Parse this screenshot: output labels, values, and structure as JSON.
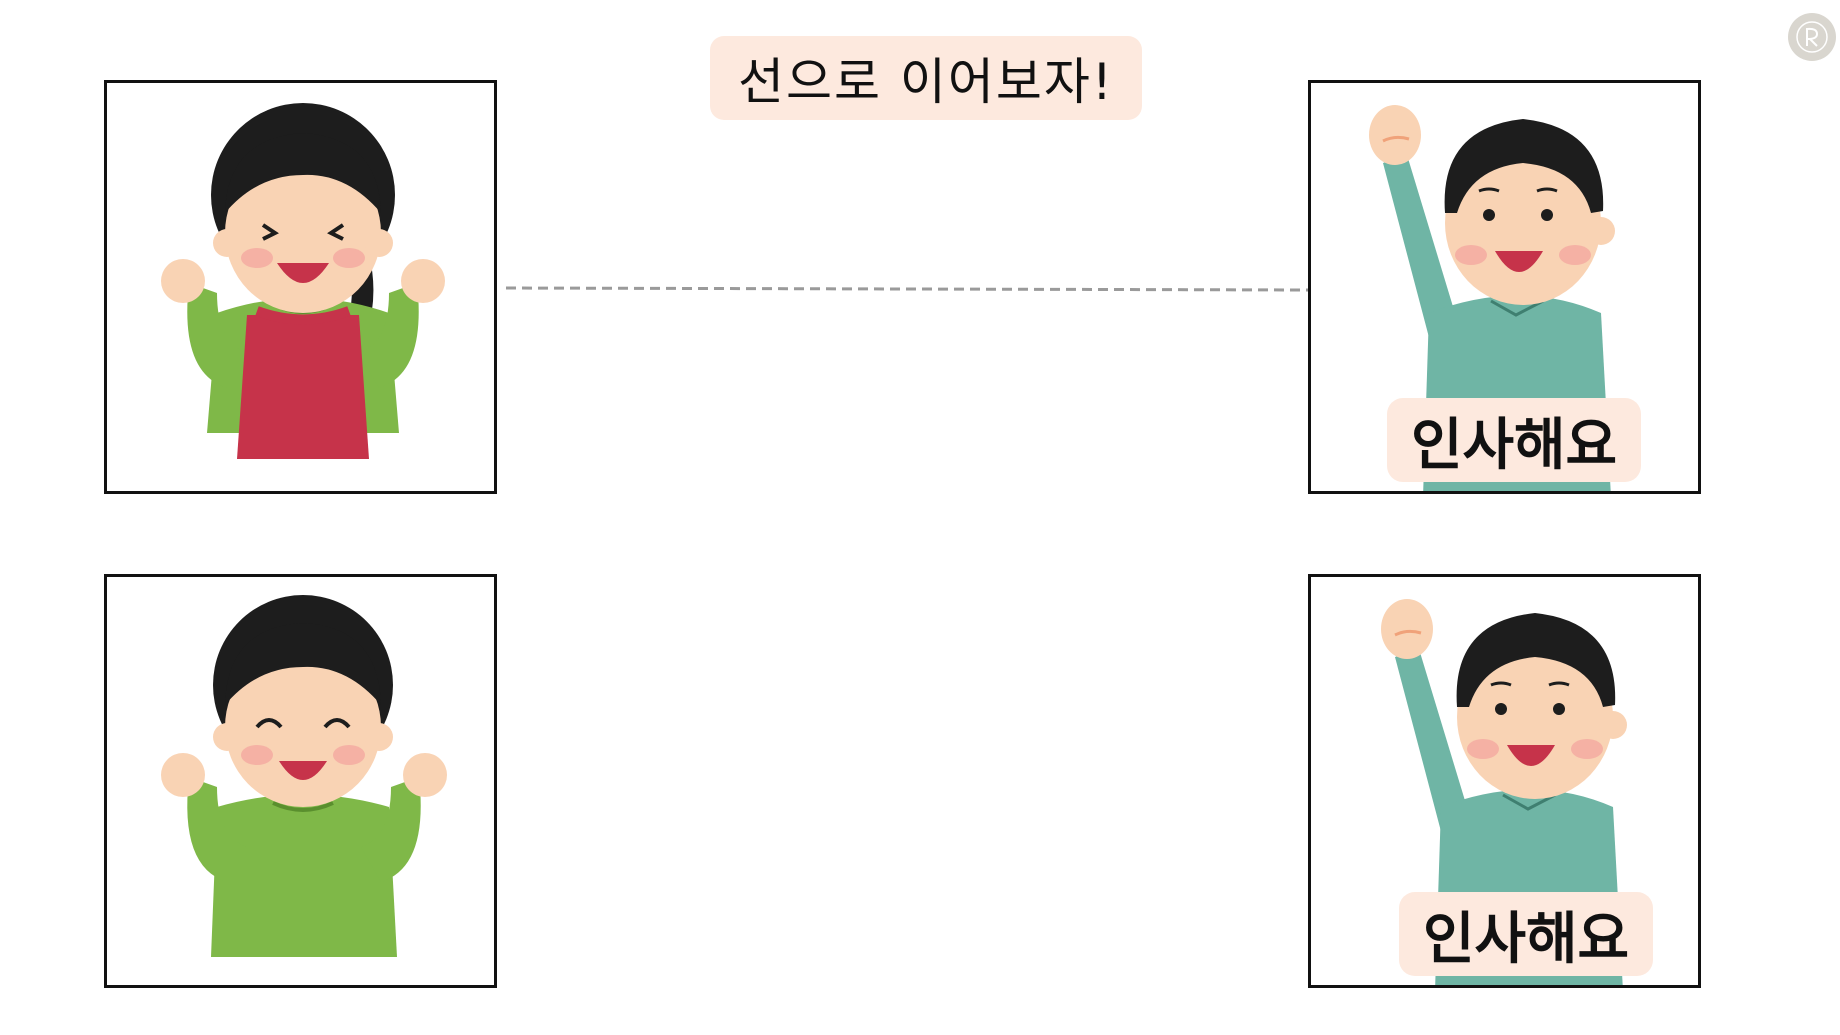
{
  "title": "선으로 이어보자!",
  "logo_icon": "brand-logo-icon",
  "cards": {
    "top_left": {
      "figure": "woman-apron-happy-icon"
    },
    "bottom_left": {
      "figure": "woman-green-sweater-happy-icon"
    },
    "top_right": {
      "figure": "boy-raising-hand-icon",
      "label": "인사해요"
    },
    "bottom_right": {
      "figure": "boy-raising-hand-icon",
      "label": "인사해요"
    }
  },
  "colors": {
    "pill_background": "#fde9de",
    "border": "#111111",
    "connector": "#9a9a9a",
    "shirt_teal": "#6fb5a5",
    "sweater_green": "#7fb848",
    "apron_red": "#c6334a",
    "skin": "#f9d3b4",
    "hair": "#1d1d1d"
  }
}
